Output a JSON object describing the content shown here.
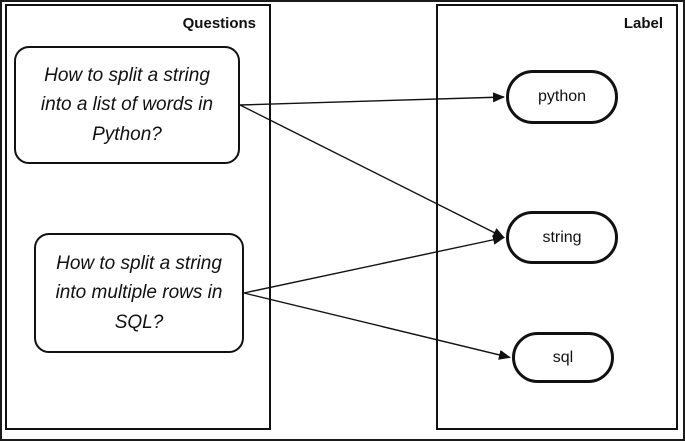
{
  "panels": {
    "questions": {
      "title": "Questions"
    },
    "labels": {
      "title": "Label"
    }
  },
  "questions": [
    {
      "id": "q1",
      "text": "How to split a string into a list of words in Python?"
    },
    {
      "id": "q2",
      "text": "How to split a string into multiple rows in SQL?"
    }
  ],
  "labels": [
    {
      "id": "python",
      "text": "python"
    },
    {
      "id": "string",
      "text": "string"
    },
    {
      "id": "sql",
      "text": "sql"
    }
  ],
  "edges": [
    {
      "from": "q1",
      "to": "python"
    },
    {
      "from": "q1",
      "to": "string"
    },
    {
      "from": "q2",
      "to": "string"
    },
    {
      "from": "q2",
      "to": "sql"
    }
  ],
  "colors": {
    "stroke": "#111111",
    "background": "#ffffff"
  }
}
